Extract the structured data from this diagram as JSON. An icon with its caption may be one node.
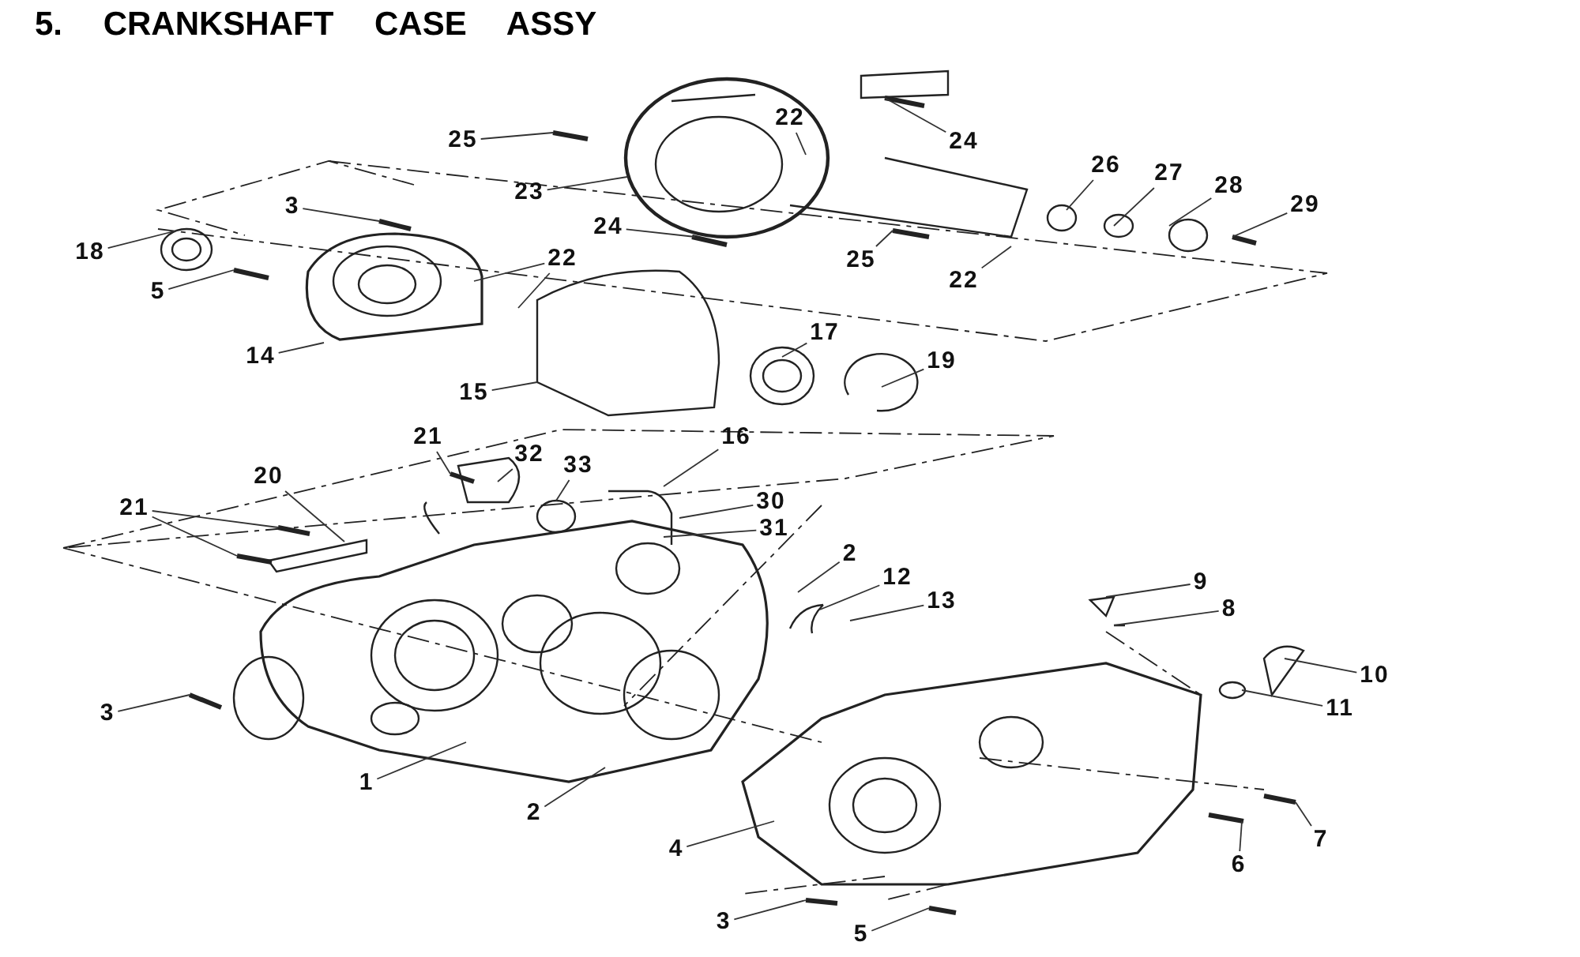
{
  "diagram": {
    "title": "5. CRANKSHAFT CASE ASSY",
    "nodes": [
      {
        "text": [
          "25"
        ]
      },
      {
        "text": [
          "22"
        ]
      },
      {
        "text": [
          "24"
        ]
      },
      {
        "text": [
          "26"
        ]
      },
      {
        "text": [
          "27"
        ]
      },
      {
        "text": [
          "28"
        ]
      },
      {
        "text": [
          "29"
        ]
      },
      {
        "text": [
          "3"
        ]
      },
      {
        "text": [
          "23"
        ]
      },
      {
        "text": [
          "18"
        ]
      },
      {
        "text": [
          "5"
        ]
      },
      {
        "text": [
          "22"
        ]
      },
      {
        "text": [
          "24"
        ]
      },
      {
        "text": [
          "25"
        ]
      },
      {
        "text": [
          "22"
        ]
      },
      {
        "text": [
          "14"
        ]
      },
      {
        "text": [
          "17"
        ]
      },
      {
        "text": [
          "19"
        ]
      },
      {
        "text": [
          "15"
        ]
      },
      {
        "text": [
          "21"
        ]
      },
      {
        "text": [
          "16"
        ]
      },
      {
        "text": [
          "32"
        ]
      },
      {
        "text": [
          "33"
        ]
      },
      {
        "text": [
          "20"
        ]
      },
      {
        "text": [
          "21"
        ]
      },
      {
        "text": [
          "30"
        ]
      },
      {
        "text": [
          "31"
        ]
      },
      {
        "text": [
          "2"
        ]
      },
      {
        "text": [
          "12"
        ]
      },
      {
        "text": [
          "13"
        ]
      },
      {
        "text": [
          "9"
        ]
      },
      {
        "text": [
          "8"
        ]
      },
      {
        "text": [
          "3"
        ]
      },
      {
        "text": [
          "10"
        ]
      },
      {
        "text": [
          "11"
        ]
      },
      {
        "text": [
          "1"
        ]
      },
      {
        "text": [
          "2"
        ]
      },
      {
        "text": [
          "7"
        ]
      },
      {
        "text": [
          "4"
        ]
      },
      {
        "text": [
          "6"
        ]
      },
      {
        "text": [
          "3"
        ]
      },
      {
        "text": [
          "5"
        ]
      }
    ],
    "edges": [
      {
        "from": 0,
        "to": null,
        "arrow": "none"
      },
      {
        "from": 1,
        "to": null,
        "arrow": "none"
      },
      {
        "from": 2,
        "to": null,
        "arrow": "none"
      },
      {
        "from": 3,
        "to": null,
        "arrow": "none"
      },
      {
        "from": 4,
        "to": null,
        "arrow": "none"
      },
      {
        "from": 5,
        "to": null,
        "arrow": "none"
      },
      {
        "from": 6,
        "to": null,
        "arrow": "none"
      },
      {
        "from": 7,
        "to": null,
        "arrow": "none"
      },
      {
        "from": 8,
        "to": null,
        "arrow": "none"
      },
      {
        "from": 9,
        "to": null,
        "arrow": "none"
      },
      {
        "from": 10,
        "to": null,
        "arrow": "none"
      },
      {
        "from": 11,
        "to": null,
        "arrow": "none"
      },
      {
        "from": 11,
        "to": null,
        "arrow": "none"
      },
      {
        "from": 12,
        "to": null,
        "arrow": "none"
      },
      {
        "from": 13,
        "to": null,
        "arrow": "none"
      },
      {
        "from": 14,
        "to": null,
        "arrow": "none"
      },
      {
        "from": 15,
        "to": null,
        "arrow": "none"
      },
      {
        "from": 16,
        "to": null,
        "arrow": "none"
      },
      {
        "from": 17,
        "to": null,
        "arrow": "none"
      },
      {
        "from": 18,
        "to": null,
        "arrow": "none"
      },
      {
        "from": 19,
        "to": null,
        "arrow": "none"
      },
      {
        "from": 20,
        "to": null,
        "arrow": "none"
      },
      {
        "from": 21,
        "to": null,
        "arrow": "none"
      },
      {
        "from": 22,
        "to": null,
        "arrow": "none"
      },
      {
        "from": 23,
        "to": null,
        "arrow": "none"
      },
      {
        "from": 24,
        "to": null,
        "arrow": "none"
      },
      {
        "from": 24,
        "to": null,
        "arrow": "none"
      },
      {
        "from": 25,
        "to": null,
        "arrow": "none"
      },
      {
        "from": 26,
        "to": null,
        "arrow": "none"
      },
      {
        "from": 27,
        "to": null,
        "arrow": "none"
      },
      {
        "from": 28,
        "to": null,
        "arrow": "none"
      },
      {
        "from": 29,
        "to": null,
        "arrow": "none"
      },
      {
        "from": 30,
        "to": null,
        "arrow": "none"
      },
      {
        "from": 31,
        "to": null,
        "arrow": "none"
      },
      {
        "from": 32,
        "to": null,
        "arrow": "none"
      },
      {
        "from": 33,
        "to": null,
        "arrow": "none"
      },
      {
        "from": 34,
        "to": null,
        "arrow": "none"
      },
      {
        "from": 35,
        "to": null,
        "arrow": "none"
      },
      {
        "from": 36,
        "to": null,
        "arrow": "none"
      },
      {
        "from": 37,
        "to": null,
        "arrow": "none"
      },
      {
        "from": 38,
        "to": null,
        "arrow": "none"
      },
      {
        "from": 39,
        "to": null,
        "arrow": "none"
      },
      {
        "from": 40,
        "to": null,
        "arrow": "none"
      },
      {
        "from": 41,
        "to": null,
        "arrow": "none"
      }
    ]
  }
}
